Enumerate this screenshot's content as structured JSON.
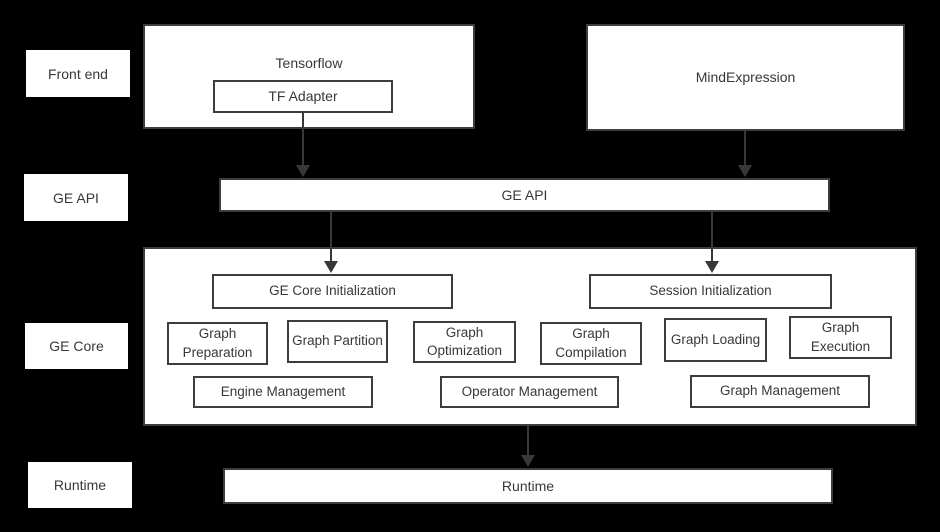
{
  "colors": {
    "background": "#000000",
    "box_fill": "#ffffff",
    "box_border": "#3d3d3d",
    "text": "#383838",
    "arrow": "#383838"
  },
  "row_labels": [
    {
      "label": "Front end"
    },
    {
      "label": "GE API"
    },
    {
      "label": "GE Core"
    },
    {
      "label": "Runtime"
    }
  ],
  "front_end": {
    "tensorflow": {
      "title": "Tensorflow",
      "adapter": "TF Adapter"
    },
    "mind_expression": {
      "title": "MindExpression"
    }
  },
  "ge_api_bar": {
    "label": "GE API"
  },
  "ge_core": {
    "init": [
      {
        "label": "GE Core Initialization"
      },
      {
        "label": "Session Initialization"
      }
    ],
    "stages": [
      {
        "label": "Graph Preparation"
      },
      {
        "label": "Graph Partition"
      },
      {
        "label": "Graph Optimization"
      },
      {
        "label": "Graph Compilation"
      },
      {
        "label": "Graph Loading"
      },
      {
        "label": "Graph Execution"
      }
    ],
    "management": [
      {
        "label": "Engine Management"
      },
      {
        "label": "Operator Management"
      },
      {
        "label": "Graph Management"
      }
    ]
  },
  "runtime_bar": {
    "label": "Runtime"
  },
  "connections": [
    {
      "from": "TF Adapter",
      "to": "GE API"
    },
    {
      "from": "MindExpression",
      "to": "GE API"
    },
    {
      "from": "GE API",
      "to": "GE Core Initialization"
    },
    {
      "from": "GE API",
      "to": "Session Initialization"
    },
    {
      "from": "GE Core",
      "to": "Runtime"
    }
  ]
}
